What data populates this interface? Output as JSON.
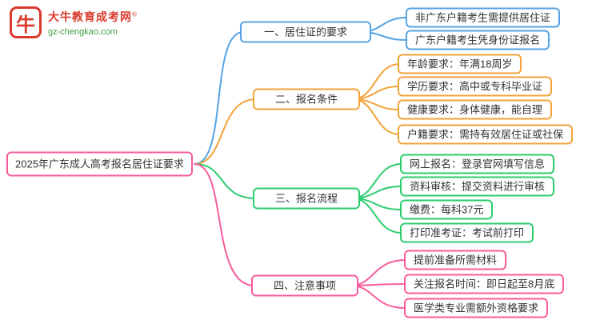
{
  "logo": {
    "site_name": "大牛教育成考网",
    "registered_mark": "®",
    "site_url": "gz-chengkao.com"
  },
  "icons": {
    "bull": "牛"
  },
  "root": {
    "title": "2025年广东成人高考报名居住证要求"
  },
  "branches": [
    {
      "label": "一、居住证的要求",
      "children": [
        {
          "text": "非广东户籍考生需提供居住证"
        },
        {
          "text": "广东户籍考生凭身份证报名"
        }
      ]
    },
    {
      "label": "二、报名条件",
      "children": [
        {
          "text": "年龄要求：年满18周岁"
        },
        {
          "text": "学历要求：高中或专科毕业证"
        },
        {
          "text": "健康要求：身体健康，能自理"
        },
        {
          "text": "户籍要求：需持有效居住证或社保"
        }
      ]
    },
    {
      "label": "三、报名流程",
      "children": [
        {
          "text": "网上报名：登录官网填写信息"
        },
        {
          "text": "资料审核：提交资料进行审核"
        },
        {
          "text": "缴费：每科37元"
        },
        {
          "text": "打印准考证：考试前打印"
        }
      ]
    },
    {
      "label": "四、注意事项",
      "children": [
        {
          "text": "提前准备所需材料"
        },
        {
          "text": "关注报名时间：即日起至8月底"
        },
        {
          "text": "医学类专业需额外资格要求"
        }
      ]
    }
  ],
  "colors": {
    "blue": "#55a3e3",
    "orange": "#f2a33a",
    "green": "#2ecc71",
    "pink": "#f75c9d",
    "logo-red": "#d93a2b",
    "logo-green": "#3f9e44"
  }
}
